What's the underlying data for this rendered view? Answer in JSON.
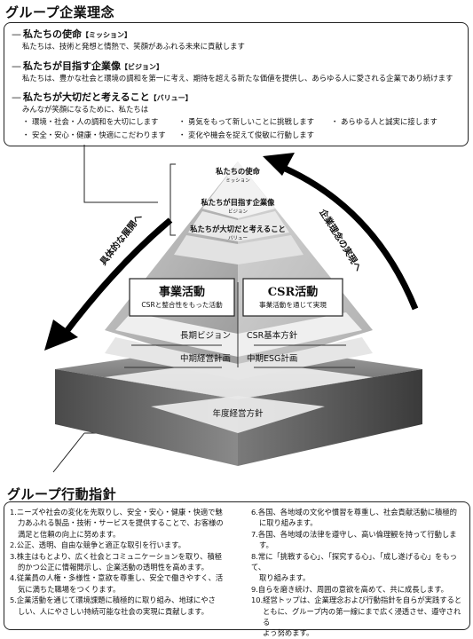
{
  "top_title": "グループ企業理念",
  "mission": {
    "dash": "—",
    "heading": "私たちの使命",
    "tag": "【ミッション】",
    "text": "私たちは、技術と発想と情熱で、笑顔があふれる未来に貢献します"
  },
  "vision": {
    "dash": "—",
    "heading": "私たちが目指す企業像",
    "tag": "【ビジョン】",
    "text": "私たちは、豊かな社会と環境の調和を第一に考え、期待を超える新たな価値を提供し、あらゆる人に愛される企業であり続けます"
  },
  "values": {
    "dash": "—",
    "heading": "私たちが大切だと考えること",
    "tag": "【バリュー】",
    "intro": "みんなが笑顔になるために、私たちは",
    "items": [
      "・ 環境・社会・人の調和を大切にします",
      "・ 勇気をもって新しいことに挑戦します",
      "・ あらゆる人と誠実に接します",
      "・ 安全・安心・健康・快適にこだわります",
      "・ 変化や機会を捉えて俊敏に行動します"
    ]
  },
  "pyramid": {
    "mission_label": "私たちの使命",
    "mission_sub": "ミッション",
    "vision_label": "私たちが目指す企業像",
    "vision_sub": "ビジョン",
    "values_label": "私たちが大切だと考えること",
    "values_sub": "バリュー",
    "biz_title": "事業活動",
    "biz_sub": "CSRと整合性をもった活動",
    "csr_title": "CSR活動",
    "csr_sub": "事業活動を通じて実現",
    "long_vision": "長期ビジョン",
    "csr_policy": "CSR基本方針",
    "mid_plan": "中期経営計画",
    "mid_esg": "中期ESG計画",
    "annual": "年度経営方針"
  },
  "arrow_left": "具体的な展開へ",
  "arrow_right": "企業理念の実現へ",
  "bottom_title": "グループ行動指針",
  "guidelines_left": [
    [
      "1.ニーズや社会の変化を先取りし、安全・安心・健康・快適で魅",
      "力あふれる製品・技術・サービスを提供することで、お客様の",
      "満足と信頼の向上に努めます。"
    ],
    [
      "2.公正、透明、自由な競争と適正な取引を行います。"
    ],
    [
      "3.株主はもとより、広く社会とコミュニケーションを取り、積極",
      "的かつ公正に情報開示し、企業活動の透明性を高めます。"
    ],
    [
      "4.従業員の人権・多様性・意欲を尊重し、安全で働きやすく、活",
      "気に満ちた職場をつくります。"
    ],
    [
      "5.企業活動を通じて環境課題に積極的に取り組み、地球にやさ",
      "しい、人にやさしい持続可能な社会の実現に貢献します。"
    ]
  ],
  "guidelines_right": [
    [
      "6.各国、各地域の文化や慣習を尊重し、社会貢献活動に積極的",
      "に取り組みます。"
    ],
    [
      "7.各国、各地域の法律を遵守し、高い倫理観を持って行動しま",
      "す。"
    ],
    [
      "8.常に「挑戦する心」、「探究する心」、「成し遂げる心」をもって、",
      "取り組みます。"
    ],
    [
      "9.自らを磨き続け、周囲の意欲を高めて、共に成長します。"
    ],
    [
      "10.経営トップは、企業理念および行動指針を自らが実践すると",
      "ともに、グループ内の第一線にまで広く浸透させ、遵守される",
      "よう努めます。"
    ]
  ]
}
